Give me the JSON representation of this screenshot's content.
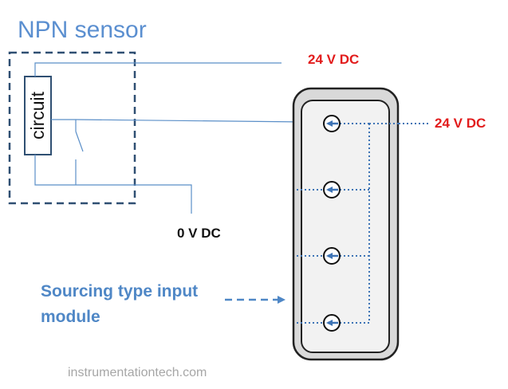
{
  "title": "NPN sensor",
  "circuit_label": "circuit",
  "supply_top_label": "24 V DC",
  "supply_right_label": "24 V DC",
  "ground_label": "0 V DC",
  "module_label_line1": "Sourcing type input",
  "module_label_line2": "module",
  "watermark": "instrumentationtech.com",
  "colors": {
    "title": "#5b8fd0",
    "wire": "#5b8fc8",
    "dashed_box": "#2f4f72",
    "circuit_box": "#2f4f72",
    "supply_label": "#e21c1c",
    "ground_label": "#111111",
    "module_label": "#4f87c6",
    "terminal_arrow": "#3e74b6",
    "module_outer_fill": "#d9d9d9",
    "module_outer_stroke": "#222222",
    "watermark": "#a6a6a6"
  },
  "terminal_count": 4
}
